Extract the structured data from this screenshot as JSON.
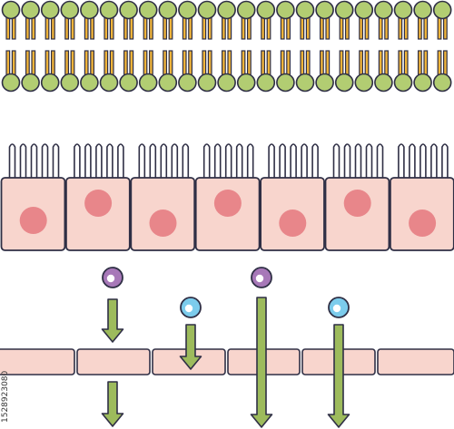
{
  "caption": {
    "stock_id": "1528923080"
  },
  "colors": {
    "outline": "#2f2f45",
    "phospholipid_head": "#b2cd72",
    "lipid_tail": "#f0b43a",
    "cell_fill": "#f8d5cd",
    "nucleus": "#e8868a",
    "arrow": "#9dbb5c",
    "molecule_purple": "#a778b8",
    "molecule_blue": "#7cccec",
    "highlight": "#ffffff"
  },
  "icons": {
    "bilayer": "phospholipid-bilayer",
    "epithelium": "epithelial-cell-row",
    "barrier": "transport-barrier",
    "molecule": "molecule-sphere",
    "arrow": "diffusion-arrow"
  }
}
